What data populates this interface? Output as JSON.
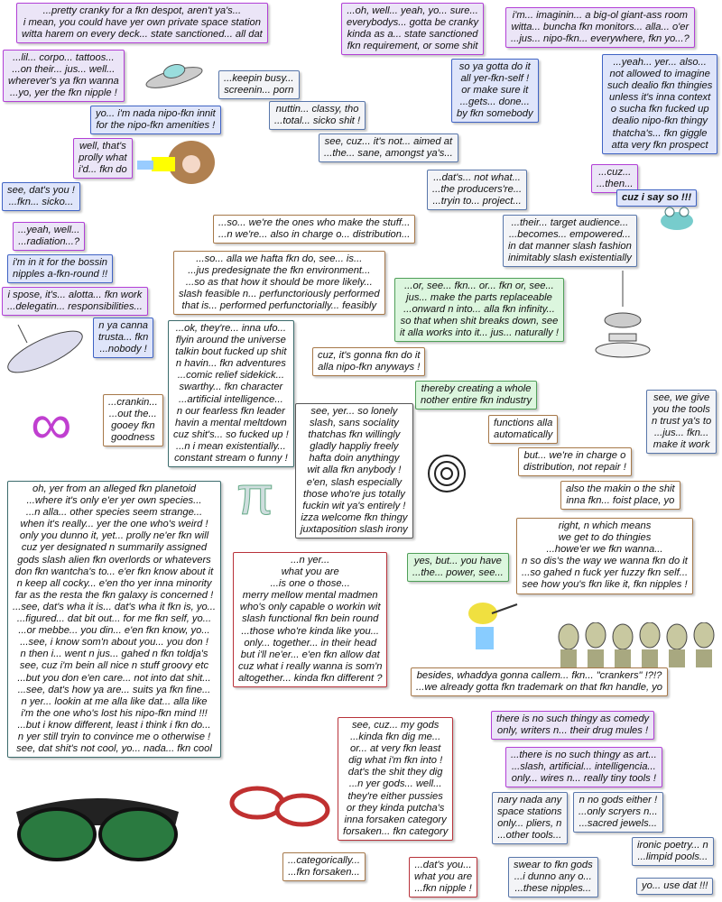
{
  "bubbles": [
    {
      "style": "purple",
      "text": "...pretty cranky for a fkn despot, aren't ya's...\ni mean, you could have yer own private space station\nwitta harem on every deck... state sanctioned... all dat"
    },
    {
      "style": "purple",
      "text": "...lil... corpo... tattoos...\n...on their... jus... well...\nwherever's ya fkn wanna\n...yo, yer the fkn nipple !"
    },
    {
      "style": "blue",
      "text": "yo... i'm nada nipo-fkn innit\nfor the nipo-fkn amenities !"
    },
    {
      "style": "purple",
      "text": "well, that's\nprolly what\ni'd... fkn do"
    },
    {
      "style": "blue",
      "text": "see, dat's you !\n...fkn... sicko..."
    },
    {
      "style": "light",
      "text": "...keepin busy...\nscreenin... porn"
    },
    {
      "style": "light",
      "text": "nuttin... classy, tho\n...total... sicko shit !"
    },
    {
      "style": "light",
      "text": "see, cuz... it's not... aimed at\n...the... sane, amongst ya's..."
    },
    {
      "style": "purple",
      "text": "...oh, well... yeah, yo... sure...\neverybodys... gotta be cranky\nkinda as a... state sanctioned\nfkn requirement, or some shit"
    },
    {
      "style": "purple",
      "text": "i'm... imaginin... a big-ol giant-ass room\nwitta... buncha fkn monitors... alla... o'er\n...jus... nipo-fkn... everywhere, fkn yo...?"
    },
    {
      "style": "blue",
      "text": "so ya gotta do it\nall yer-fkn-self !\nor make sure it\n...gets... done...\nby fkn somebody"
    },
    {
      "style": "blue",
      "text": "...yeah... yer... also...\nnot allowed to imagine\nsuch dealio fkn thingies\nunless it's inna context\no sucha fkn fucked up\ndealio nipo-fkn thingy\nthatcha's... fkn giggle\natta very fkn prospect"
    },
    {
      "style": "purple",
      "text": "...cuz...\n...then..."
    },
    {
      "style": "blue bold",
      "text": "cuz i say so !!!"
    },
    {
      "style": "light",
      "text": "...dat's... not what...\n...the producers're...\n...tryin to... project..."
    },
    {
      "style": "brown",
      "text": "...so... we're the ones who make the stuff...\n...n we're... also in charge o... distribution..."
    },
    {
      "style": "purple",
      "text": "...yeah, well...\n...radiation...?"
    },
    {
      "style": "blue",
      "text": "i'm in it for the bossin\nnipples a-fkn-round !!"
    },
    {
      "style": "purple",
      "text": "i spose, it's... alotta... fkn work\n...delegatin... responsibilities..."
    },
    {
      "style": "blue",
      "text": "n ya canna\ntrusta... fkn\n...nobody !"
    },
    {
      "style": "brown",
      "text": "...so... alla we hafta fkn do, see... is...\n...jus predesignate the fkn environment...\n...so as that how it should be more likely...\nslash feasible n... perfunctoriously performed\nthat is... performed perfunctorially... feasibly"
    },
    {
      "style": "light",
      "text": "...their... target audience...\n...becomes... empowered...\nin dat manner slash fashion\ninimitably slash existentially"
    },
    {
      "style": "green",
      "text": "...or, see... fkn... or... fkn or, see...\njus... make the parts replaceable\n...onward n into... alla fkn infinity...\nso that when shit breaks down, see\nit alla works into it... jus... naturally !"
    },
    {
      "style": "brown",
      "text": "cuz, it's gonna fkn do it\nalla nipo-fkn anyways !"
    },
    {
      "style": "teal",
      "text": "...ok, they're... inna ufo...\nflyin around the universe\ntalkin bout fucked up shit\nn havin... fkn adventures\n...comic relief sidekick...\nswarthy... fkn character\n...artificial intelligence...\nn our fearless fkn leader\nhavin a mental meltdown\ncuz shit's... so fucked up !\n...n i mean existentially...\nconstant stream o funny !"
    },
    {
      "style": "brown",
      "text": "...crankin...\n...out the...\ngooey fkn\ngoodness"
    },
    {
      "style": "green",
      "text": "thereby creating a whole\nnother entire fkn industry"
    },
    {
      "style": "light",
      "text": "see, we give\nyou the tools\nn trust ya's to\n...jus... fkn...\nmake it work"
    },
    {
      "style": "brown",
      "text": "functions alla\nautomatically"
    },
    {
      "style": "gray",
      "text": "see, yer... so lonely\nslash, sans sociality\nthatchas fkn willingly\ngladly happliy freely\nhafta doin anythingy\nwit alla fkn anybody !\ne'en, slash especially\nthose who're jus totally\nfuckin wit ya's entirely !\nizza welcome fkn thingy\njuxtaposition slash irony"
    },
    {
      "style": "brown",
      "text": "but... we're in charge o\ndistribution, not repair !"
    },
    {
      "style": "brown",
      "text": "also the makin o the shit\ninna fkn... foist place, yo"
    },
    {
      "style": "brown",
      "text": "right, n which means\nwe get to do thingies\n...howe'er we fkn wanna...\nn so dis's the way we wanna fkn do it\n...so gahed n fuck yer fuzzy fkn self...\nsee how you's fkn like it, fkn nipples !"
    },
    {
      "style": "green",
      "text": "yes, but... you have\n...the... power, see..."
    },
    {
      "style": "teal",
      "text": "oh, yer from an alleged fkn planetoid\n...where it's only e'er yer own species...\n...n alla... other species seem strange...\nwhen it's really... yer the one who's weird !\nonly you dunno it, yet... prolly ne'er fkn will\ncuz yer designated n summarily assigned\ngods slash alien fkn overlords or whatevers\ndon fkn wantcha's to... e'er fkn know about it\nn keep all cocky... e'en tho yer inna minority\nfar as the resta the fkn galaxy is concerned !\n...see, dat's wha it is... dat's wha it fkn is, yo...\n...figured... dat bit out... for me fkn self, yo...\n...or mebbe... you din... e'en fkn know, yo...\n...see, i know som'n about you... you don !\nn then i... went n jus... gahed n fkn toldja's\nsee, cuz i'm bein all nice n stuff groovy etc\n...but you don e'en care... not into dat shit...\n...see, dat's how ya are... suits ya fkn fine...\nn yer... lookin at me alla like dat... alla like\ni'm the one who's lost his nipo-fkn mind !!!\n...but i know different, least i think i fkn do...\nn yer still tryin to convince me o otherwise !\nsee, dat shit's not cool, yo... nada... fkn cool"
    },
    {
      "style": "red",
      "text": "...n yer...\nwhat you are\n...is one o those...\nmerry mellow mental madmen\nwho's only capable o workin wit\nslash functional fkn bein round\n...those who're kinda like you...\nonly... together... in their head\nbut i'll ne'er... e'en fkn allow dat\ncuz what i really wanna is som'n\naltogether... kinda fkn different ?"
    },
    {
      "style": "brown",
      "text": "besides, whaddya gonna callem... fkn... \"crankers\" !?!?\n...we already gotta fkn trademark on that fkn handle, yo"
    },
    {
      "style": "red",
      "text": "see, cuz... my gods\n...kinda fkn dig me...\nor... at very fkn least\ndig what i'm fkn into !\ndat's the shit they dig\n...n yer gods... well...\nthey're either pussies\nor they kinda putcha's\ninna forsaken category\nforsaken... fkn category"
    },
    {
      "style": "purple",
      "text": "there is no such thingy as comedy\nonly, writers n... their drug mules !"
    },
    {
      "style": "purple",
      "text": "...there is no such thingy as art...\n...slash, artificial... intelligencia...\nonly... wires n... really tiny tools !"
    },
    {
      "style": "light",
      "text": "nary nada any\nspace stations\nonly... pliers, n\n...other tools..."
    },
    {
      "style": "light",
      "text": "n no gods either !\n...only scryers n...\n...sacred jewels..."
    },
    {
      "style": "light",
      "text": "ironic poetry... n\n...limpid pools..."
    },
    {
      "style": "light",
      "text": "yo... use dat !!!"
    },
    {
      "style": "light",
      "text": "swear to fkn gods\n...i dunno any o...\n...these nipples..."
    },
    {
      "style": "red",
      "text": "...dat's you...\nwhat you are\n...fkn nipple !"
    },
    {
      "style": "brown",
      "text": "...categorically...\n...fkn forsaken..."
    }
  ],
  "colors": {
    "purple": "#b23fd6",
    "blue": "#3f63c4",
    "brown": "#a67849",
    "green": "#4f9f58",
    "teal": "#3b6b6c",
    "red": "#b8323a"
  }
}
